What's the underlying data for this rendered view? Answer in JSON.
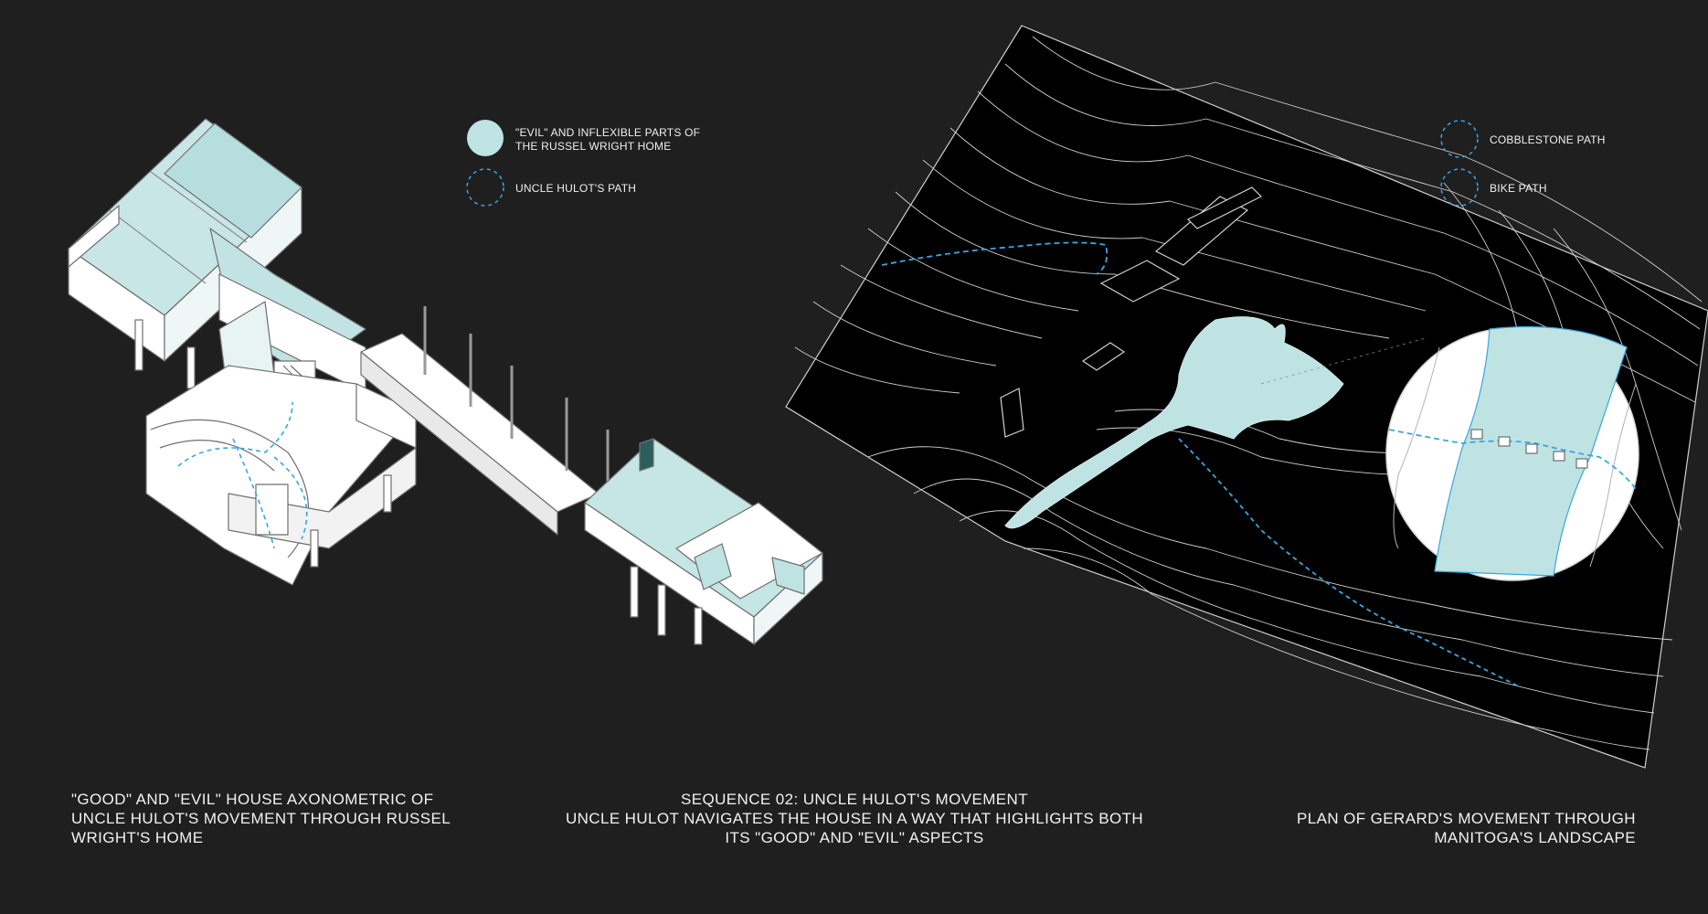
{
  "legend_left": {
    "item1": {
      "line1": "\"EVIL\" AND INFLEXIBLE PARTS OF",
      "line2": "THE RUSSEL WRIGHT HOME"
    },
    "item2": "UNCLE HULOT'S PATH"
  },
  "legend_right": {
    "item1": "COBBLESTONE PATH",
    "item2": "BIKE PATH"
  },
  "captions": {
    "left": [
      "\"GOOD\" AND \"EVIL\" HOUSE AXONOMETRIC OF",
      "UNCLE HULOT'S MOVEMENT THROUGH RUSSEL",
      "WRIGHT'S HOME"
    ],
    "center": [
      "SEQUENCE 02: UNCLE HULOT'S MOVEMENT",
      "UNCLE HULOT NAVIGATES THE HOUSE IN A WAY THAT HIGHLIGHTS BOTH",
      "ITS \"GOOD\" AND \"EVIL\" ASPECTS"
    ],
    "right": [
      "PLAN OF GERARD'S MOVEMENT THROUGH",
      "MANITOGA'S LANDSCAPE"
    ]
  },
  "colors": {
    "background": "#1f1f1f",
    "evil_fill": "#bfe3e3",
    "path_blue": "#3aa6e0",
    "terrain": "#000000",
    "contour": "#d8d8d8"
  }
}
